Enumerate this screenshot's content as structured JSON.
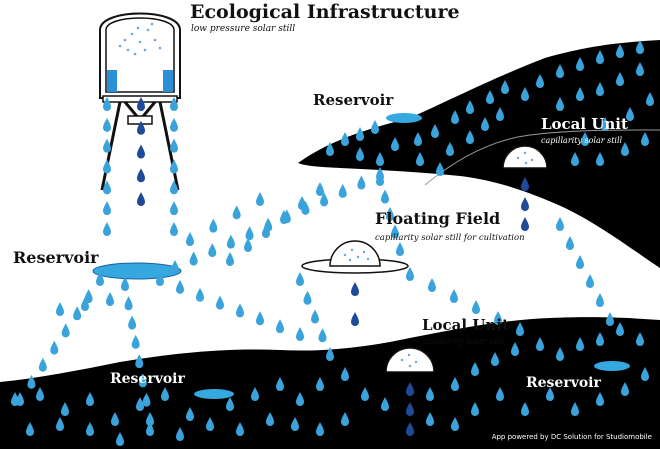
{
  "labels": {
    "eco_title": "Ecological Infrastructure",
    "eco_sub": "low pressure solar still",
    "reservoir_top": "Reservoir",
    "local_unit_top": "Local Unit",
    "local_unit_top_sub": "capillarity solar still",
    "floating_field": "Floating Field",
    "floating_field_sub": "capillarity solar still for cultivation",
    "reservoir_left": "Reservoir",
    "local_unit_bottom": "Local Unit",
    "local_unit_bottom_sub": "capillarity solar still",
    "reservoir_bottom_left": "Reservoir",
    "reservoir_bottom_right": "Reservoir"
  },
  "credit": "App powered by DC Solution for Studiomobile",
  "colors": {
    "drop_light": "#3ba3dc",
    "drop_dark": "#1f4a9a",
    "ground": "#000000",
    "water": "#35a8e0",
    "tank": "#2a8fd6"
  }
}
